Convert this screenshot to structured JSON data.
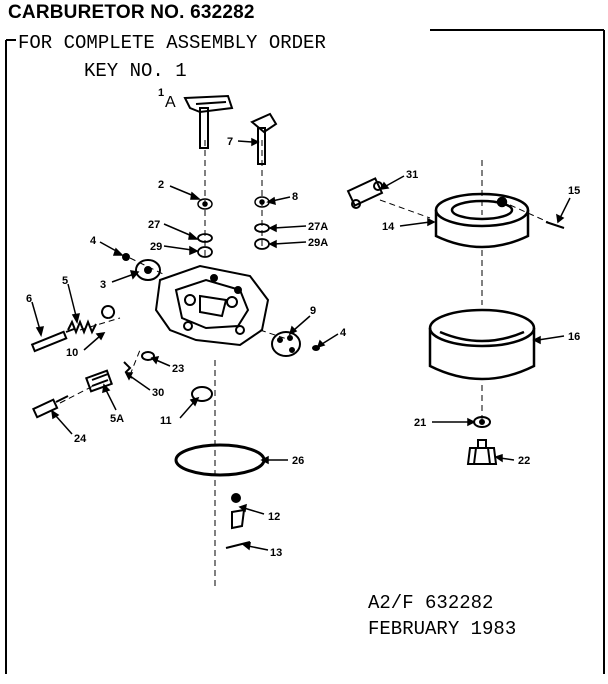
{
  "title": "CARBURETOR NO. 632282",
  "note_line1": "FOR COMPLETE ASSEMBLY ORDER",
  "note_line2": "KEY NO. 1",
  "footer_code": "A2/F 632282",
  "footer_date": "FEBRUARY 1983",
  "callouts": {
    "k1": "1",
    "k1a": "A",
    "k2": "2",
    "k3": "3",
    "k4a": "4",
    "k4b": "4",
    "k5": "5",
    "k5a": "5A",
    "k6": "6",
    "k7": "7",
    "k8": "8",
    "k9": "9",
    "k10": "10",
    "k11": "11",
    "k12": "12",
    "k13": "13",
    "k14": "14",
    "k15": "15",
    "k16": "16",
    "k21": "21",
    "k22": "22",
    "k23": "23",
    "k24": "24",
    "k26": "26",
    "k27": "27",
    "k27a": "27A",
    "k29": "29",
    "k29a": "29A",
    "k30": "30",
    "k31": "31"
  }
}
